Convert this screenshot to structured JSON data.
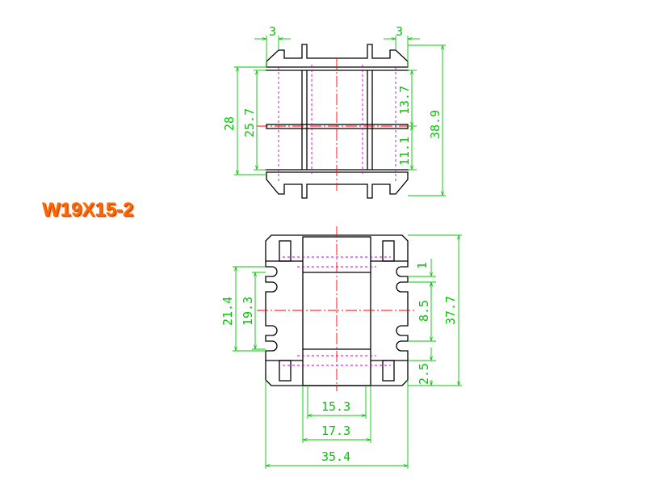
{
  "title": "W19X15-2",
  "colors": {
    "outline": "#000000",
    "dimension": "#00c800",
    "centerline": "#ff0000",
    "hidden": "#cc00cc",
    "title": "#ff6a00"
  },
  "top_view": {
    "dims": {
      "left_3": "3",
      "right_3": "3",
      "overall_28": "28",
      "inner_25_7": "25.7",
      "upper_13_7": "13.7",
      "lower_11_1": "11.1",
      "total_38_9": "38.9"
    }
  },
  "bottom_view": {
    "dims": {
      "outer_21_4": "21.4",
      "inner_19_3": "19.3",
      "slot_1": "1",
      "mid_8_5": "8.5",
      "height_37_7": "37.7",
      "bottom_2_5": "2.5",
      "width_15_3": "15.3",
      "width_17_3": "17.3",
      "width_35_4": "35.4"
    }
  }
}
